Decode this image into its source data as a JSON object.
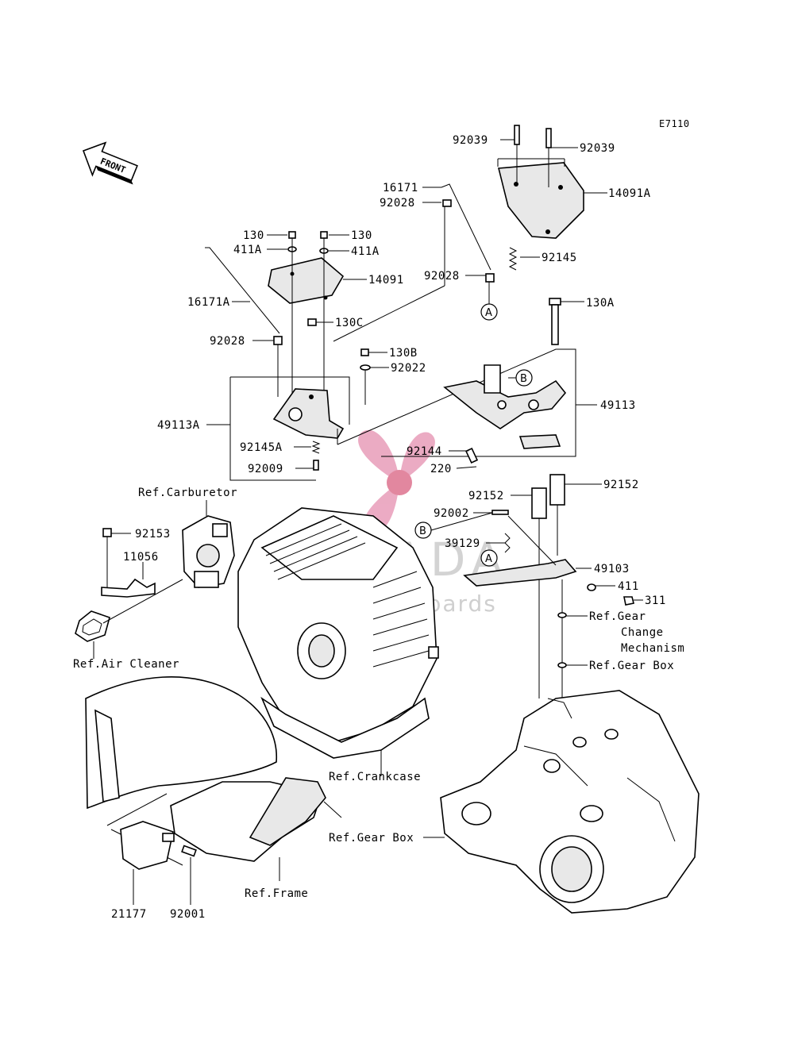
{
  "diagram_code": "E7110",
  "front_label": "FRONT",
  "callouts": {
    "A": "A",
    "B": "B"
  },
  "watermark": {
    "brand": "ARMADA",
    "tagline": "marine outboards",
    "accent": "#e58fb0"
  },
  "parts": {
    "p92039a": "92039",
    "p92039b": "92039",
    "p14091A": "14091A",
    "p16171": "16171",
    "p92028a": "92028",
    "p130a": "130",
    "p130b": "130",
    "p411Aa": "411A",
    "p411Ab": "411A",
    "p92028b": "92028",
    "p92145": "92145",
    "p14091": "14091",
    "p16171A": "16171A",
    "p130A": "130A",
    "p130C": "130C",
    "p92028c": "92028",
    "p130B": "130B",
    "p92022": "92022",
    "p49113A": "49113A",
    "p49113": "49113",
    "p92145A": "92145A",
    "p92144": "92144",
    "p92009": "92009",
    "p220": "220",
    "p92152a": "92152",
    "p92152b": "92152",
    "p92002": "92002",
    "p92153": "92153",
    "p39129": "39129",
    "p11056": "11056",
    "p49103": "49103",
    "p411": "411",
    "p311": "311",
    "p21177": "21177",
    "p92001": "92001"
  },
  "refs": {
    "carburetor": "Ref.Carburetor",
    "air_cleaner": "Ref.Air Cleaner",
    "gear_change_1": "Ref.Gear",
    "gear_change_2": "Change",
    "gear_change_3": "Mechanism",
    "gear_box_a": "Ref.Gear Box",
    "crankcase": "Ref.Crankcase",
    "gear_box_b": "Ref.Gear Box",
    "frame": "Ref.Frame"
  }
}
